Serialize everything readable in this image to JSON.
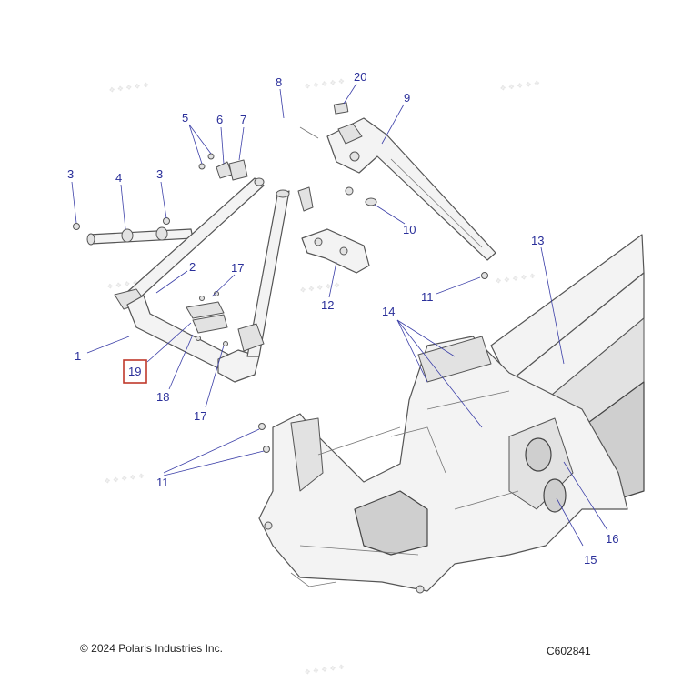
{
  "callouts": [
    {
      "id": "1",
      "label": "1"
    },
    {
      "id": "2",
      "label": "2"
    },
    {
      "id": "3a",
      "label": "3"
    },
    {
      "id": "3b",
      "label": "3"
    },
    {
      "id": "4",
      "label": "4"
    },
    {
      "id": "5",
      "label": "5"
    },
    {
      "id": "6",
      "label": "6"
    },
    {
      "id": "7",
      "label": "7"
    },
    {
      "id": "8",
      "label": "8"
    },
    {
      "id": "9",
      "label": "9"
    },
    {
      "id": "10",
      "label": "10"
    },
    {
      "id": "11a",
      "label": "11"
    },
    {
      "id": "11b",
      "label": "11"
    },
    {
      "id": "12",
      "label": "12"
    },
    {
      "id": "13",
      "label": "13"
    },
    {
      "id": "14",
      "label": "14"
    },
    {
      "id": "15",
      "label": "15"
    },
    {
      "id": "16",
      "label": "16"
    },
    {
      "id": "17a",
      "label": "17"
    },
    {
      "id": "17b",
      "label": "17"
    },
    {
      "id": "18",
      "label": "18"
    },
    {
      "id": "19",
      "label": "19"
    },
    {
      "id": "20",
      "label": "20"
    }
  ],
  "highlighted_callout": "19",
  "highlight_color": "#c0392b",
  "callout_color": "#2a2f9a",
  "footer": {
    "copyright": "© 2024 Polaris Industries Inc.",
    "figure_code": "C602841"
  }
}
